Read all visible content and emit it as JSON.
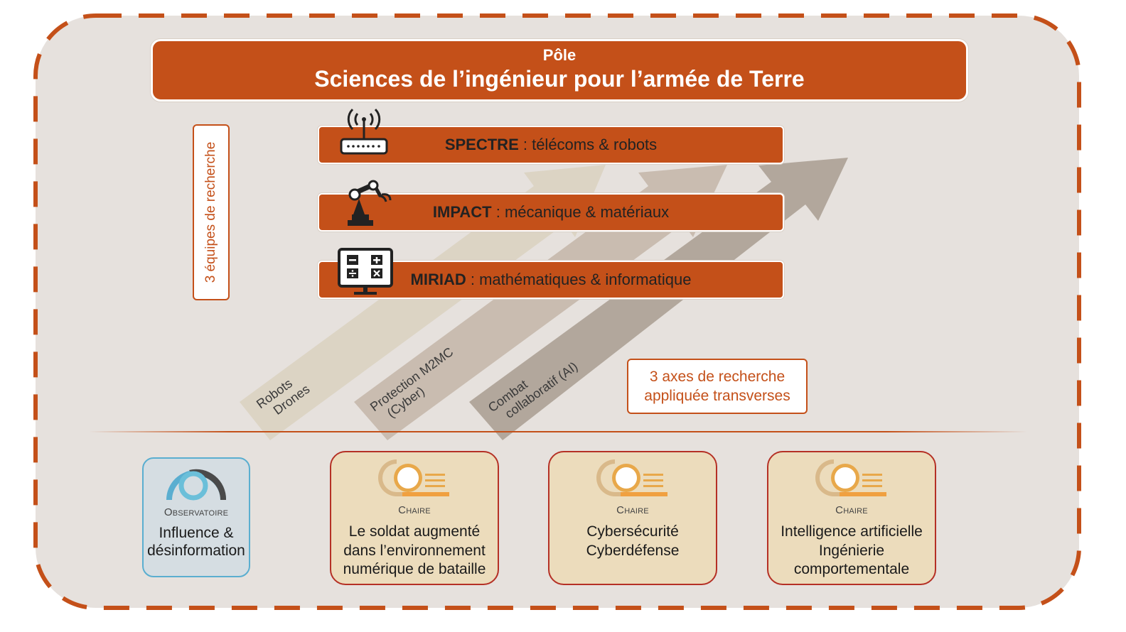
{
  "header": {
    "line1": "Pôle",
    "line2": "Sciences de l’ingénieur pour l’armée de Terre"
  },
  "teams_label": "3 équipes de recherche",
  "teams": [
    {
      "name": "SPECTRE",
      "rest": " : télécoms & robots",
      "icon": "antenna-router-icon"
    },
    {
      "name": "IMPACT",
      "rest": " : mécanique & matériaux",
      "icon": "robot-arm-icon"
    },
    {
      "name": "MIRIAD",
      "rest": " : mathématiques & informatique",
      "icon": "calculator-monitor-icon"
    }
  ],
  "axes": [
    {
      "line1": "Robots",
      "line2": "Drones"
    },
    {
      "line1": "Protection M2MC",
      "line2": "(Cyber)"
    },
    {
      "line1": "Combat",
      "line2": "collaboratif (AI)"
    }
  ],
  "axes_label": {
    "line1": "3 axes de recherche",
    "line2": "appliquée transverses"
  },
  "observatory": {
    "kind": "Observatoire",
    "line1": "Influence &",
    "line2": "désinformation",
    "icon": "observatory-arc-icon"
  },
  "chairs": [
    {
      "kind": "Chaire",
      "lines": [
        "Le soldat augmenté",
        "dans l’environnement",
        "numérique de bataille"
      ]
    },
    {
      "kind": "Chaire",
      "lines": [
        "Cybersécurité",
        "Cyberdéfense"
      ]
    },
    {
      "kind": "Chaire",
      "lines": [
        "Intelligence artificielle",
        "Ingénierie",
        "comportementale"
      ]
    }
  ],
  "colors": {
    "accent": "#c45019",
    "panel": "#e6e1dd",
    "arrow1": "#dcd4c4",
    "arrow2": "#c9bcb0",
    "arrow3": "#b2a79c",
    "chair_bg": "#ecdcbc",
    "chair_border": "#b53025",
    "obs_bg": "#d5dde2",
    "obs_border": "#5aaed0"
  }
}
